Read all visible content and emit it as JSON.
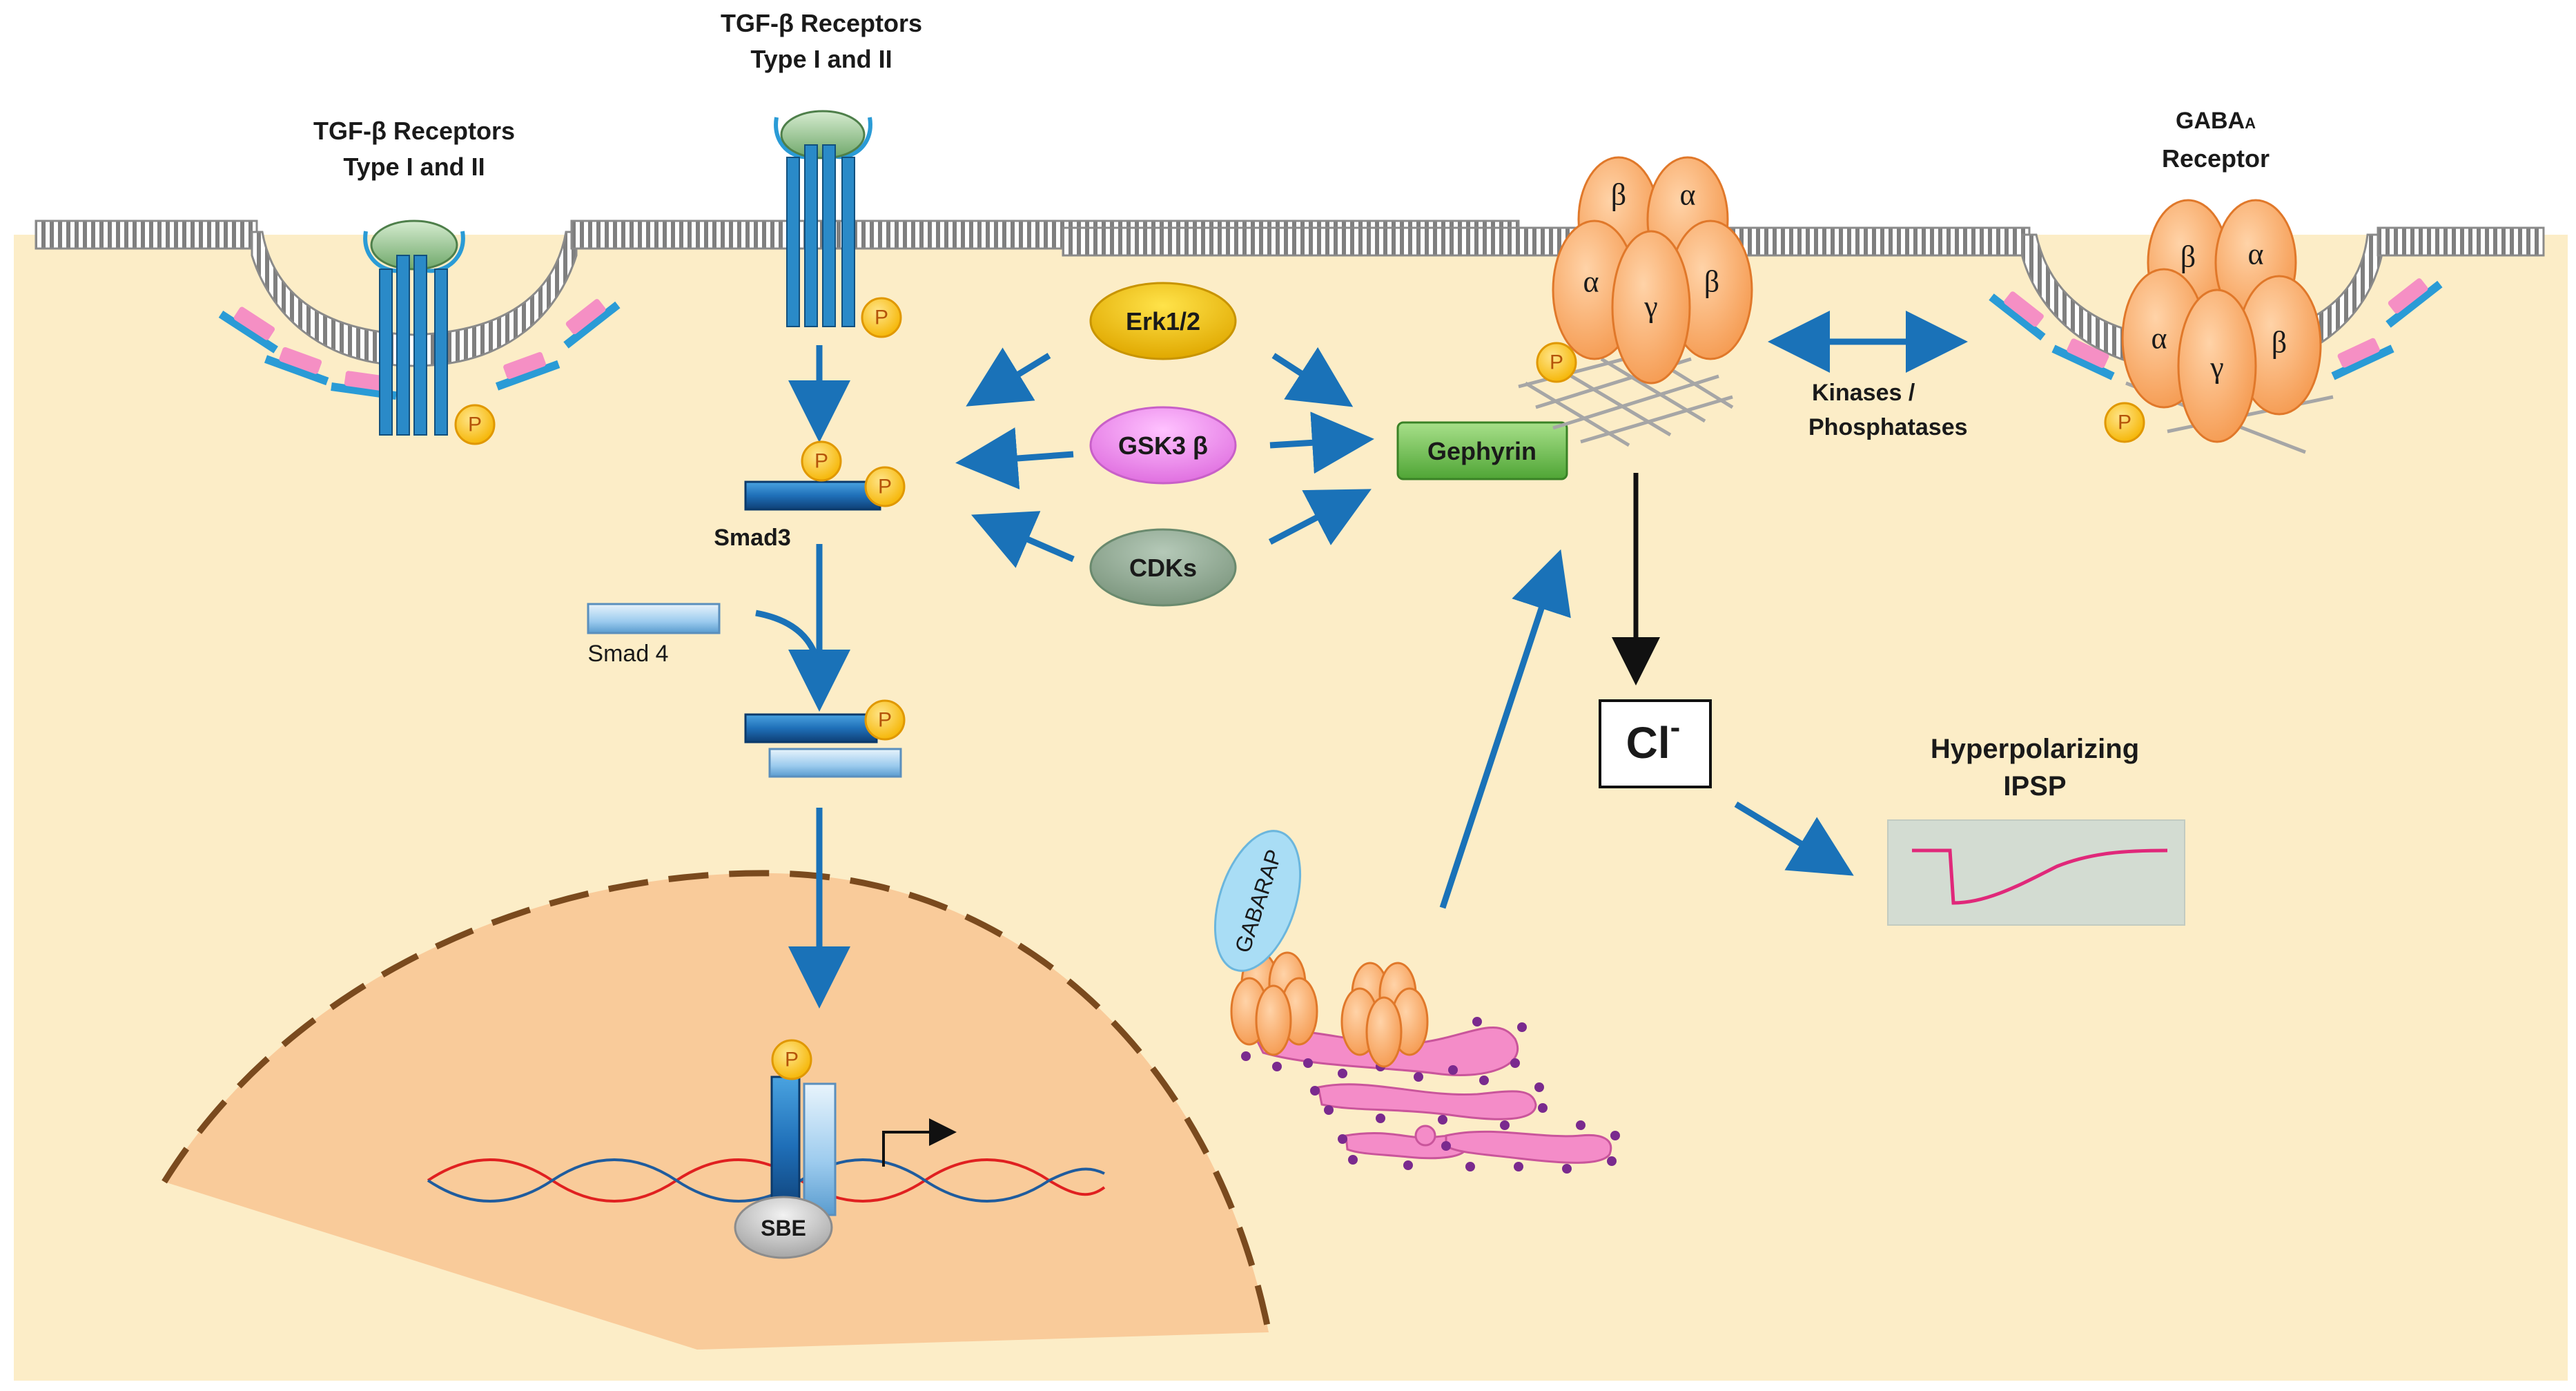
{
  "labels": {
    "tgf_receptors_left_line1": "TGF-β Receptors",
    "tgf_receptors_left_line2": "Type I and II",
    "tgf_receptors_top_line1": "TGF-β Receptors",
    "tgf_receptors_top_line2": "Type I and II",
    "gaba_receptor_line1_main": "GABA",
    "gaba_receptor_line1_sub": "A",
    "gaba_receptor_line2": "Receptor",
    "kinases_line1": "Kinases /",
    "kinases_line2": "Phosphatases",
    "hyperpolarizing_line1": "Hyperpolarizing",
    "hyperpolarizing_line2": "IPSP",
    "chloride": "Cl",
    "chloride_sup": "-",
    "smad3": "Smad3",
    "smad4": "Smad 4",
    "sbe": "SBE",
    "gabarap": "GABARAP",
    "gephyrin": "Gephyrin",
    "erk": "Erk1/2",
    "gsk3": "GSK3 β",
    "cdks": "CDKs",
    "phospho": "P",
    "subunits": {
      "alpha": "α",
      "beta": "β",
      "gamma": "γ"
    }
  },
  "colors": {
    "cytoplasm": "#fcedc7",
    "nucleus": "#f9cb9a",
    "arrow": "#1a72b8",
    "membrane_stripe": "#7f7f7f",
    "receptor_subunit": "#f8a766",
    "erk": "#f5c400",
    "gsk3": "#ee86ee",
    "cdks": "#8da892",
    "gephyrin": "#6cc04a",
    "phospho": "#ffc000",
    "ipsp_trace": "#e0287a"
  }
}
